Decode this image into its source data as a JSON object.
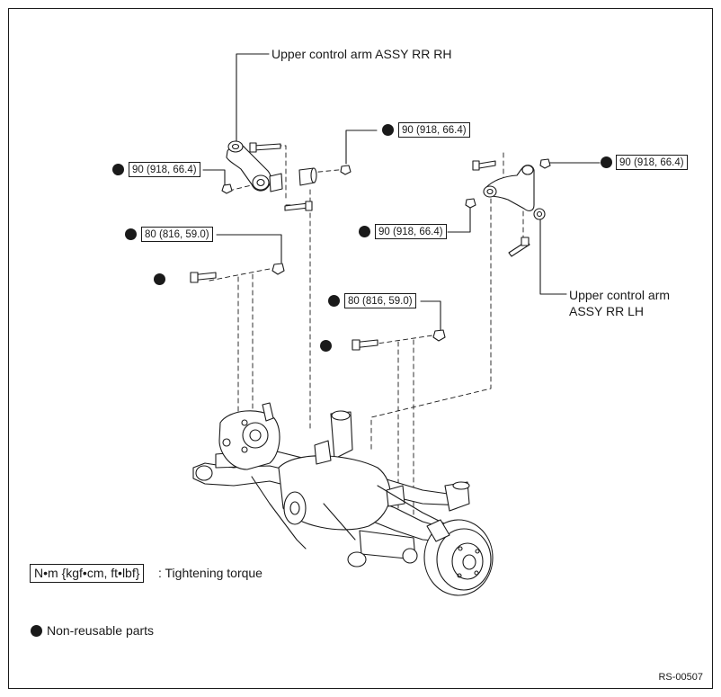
{
  "labels": {
    "upper_arm_rh": "Upper control arm ASSY RR RH",
    "upper_arm_lh_line1": "Upper control arm",
    "upper_arm_lh_line2": "ASSY RR LH"
  },
  "torques": {
    "t1": "90 (918, 66.4)",
    "t2": "90 (918, 66.4)",
    "t3": "90 (918, 66.4)",
    "t4": "90 (918, 66.4)",
    "t5": "80 (816, 59.0)",
    "t6": "80 (816, 59.0)"
  },
  "legend": {
    "torque_unit_box": "N•m {kgf•cm, ft•lbf}",
    "torque_unit_desc": ": Tightening torque",
    "non_reusable": "Non-reusable parts"
  },
  "figure_id": "RS-00507",
  "colors": {
    "ink": "#1a1a1a",
    "paper": "#ffffff"
  }
}
